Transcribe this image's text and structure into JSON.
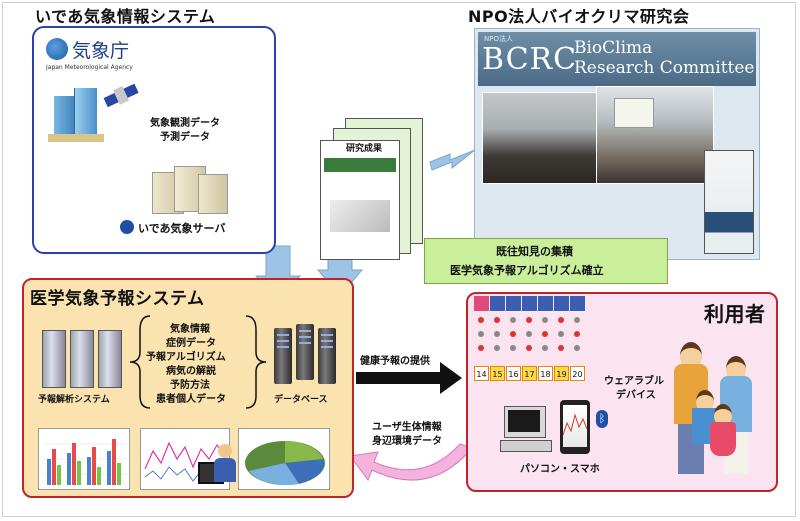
{
  "idea": {
    "title": "いであ気象情報システム",
    "jma_logo_text": "気象庁",
    "jma_sub": "Japan Meteorological Agency",
    "data_label_1": "気象観測データ",
    "data_label_2": "予測データ",
    "server_label": "いであ気象サーバ"
  },
  "npo": {
    "title": "NPO法人バイオクリマ研究会",
    "logo_small": "NPO法人",
    "logo_big": "BCRC",
    "name_line1": "BioClima",
    "name_line2": "Research Committee"
  },
  "research": {
    "results_label": "研究成果",
    "knowledge_line1": "既往知見の集積",
    "knowledge_line2": "医学気象予報アルゴリズム確立"
  },
  "medical": {
    "title": "医学気象予報システム",
    "items": [
      "気象情報",
      "症例データ",
      "予報アルゴリズム",
      "病気の解説",
      "予防方法",
      "患者個人データ"
    ],
    "analysis_label": "予報解析システム",
    "db_label": "データベース"
  },
  "flow": {
    "forecast_label": "健康予報の提供",
    "feedback_line1": "ユーザ生体情報",
    "feedback_line2": "身辺環境データ"
  },
  "users": {
    "title": "利用者",
    "wearable_line1": "ウェアラブル",
    "wearable_line2": "デバイス",
    "pc_label": "パソコン・スマホ",
    "calendar_row": [
      "14",
      "15",
      "16",
      "17",
      "18",
      "19",
      "20"
    ]
  },
  "colors": {
    "idea_border": "#2a3fb0",
    "medical_border": "#c0242b",
    "medical_fill": "#fbe3b0",
    "users_border": "#c0242b",
    "users_fill": "#fbe4f0",
    "arrow_blue": "#9dc3e6",
    "green_label": "#c9ef9a",
    "npo_fill": "#dde7ef"
  }
}
